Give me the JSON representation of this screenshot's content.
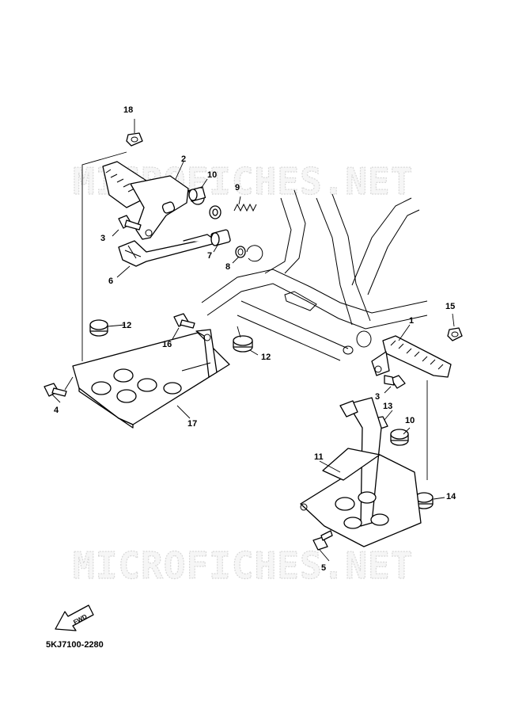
{
  "watermark": "MICROFICHES.NET",
  "diagram_code": "5KJ7100-2280",
  "fwd_label": "FWD",
  "callouts": [
    "1",
    "2",
    "3",
    "3",
    "4",
    "5",
    "6",
    "7",
    "8",
    "9",
    "10",
    "10",
    "11",
    "12",
    "12",
    "13",
    "14",
    "15",
    "16",
    "17",
    "18"
  ]
}
